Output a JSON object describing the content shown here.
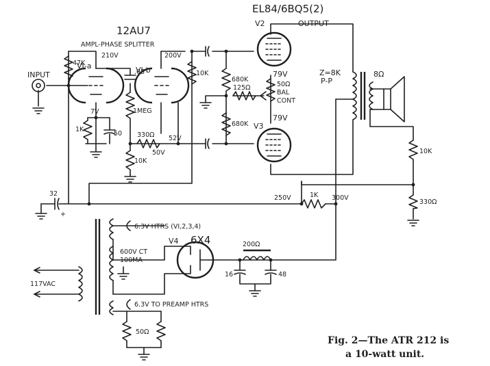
{
  "labels": {
    "output_tubes": "EL84/6BQ5(2)",
    "v2": "V2",
    "output": "OUTPUT",
    "v3": "V3",
    "tube_12au7": "12AU7",
    "splitter": "AMPL-PHASE SPLITTER",
    "input": "INPUT",
    "v1a": "VI-a",
    "v1b": "VI-b",
    "r47k": "47K",
    "v210": "210V",
    "v200": "200V",
    "c05": ".05",
    "r10k_plate": "10K",
    "r680k_top": "680K",
    "r680k_bot": "680K",
    "v79_top": "79V",
    "v79_bot": "79V",
    "r50": "50Ω",
    "bal": "BAL",
    "cont": "CONT",
    "r125": "125Ω",
    "r1meg": "1MEG",
    "v7": "7V",
    "r1k_cath": "1K",
    "c50": "50",
    "r330_pos": "330Ω",
    "v52": "52V",
    "v50": "50V",
    "r10k_grid": "10K",
    "z8k": "Z=8K",
    "pp": "P-P",
    "spk8": "8Ω",
    "r10k_fb": "10K",
    "r330_fb": "330Ω",
    "c32": "32",
    "plus": "+",
    "v250": "250V",
    "r1k_dec": "1K",
    "v300": "300V",
    "htrs": "6.3V HTRS (VI,2,3,4)",
    "hv1": "600V CT",
    "hv2": "100MA",
    "v4": "V4",
    "rect": "6X4",
    "r200": "200Ω",
    "c16": "16",
    "c48": "48",
    "ac": "117VAC",
    "preamp": "6.3V TO PREAMP HTRS",
    "r50_hum": "50Ω"
  },
  "caption": {
    "line1": "Fig. 2—The ATR 212 is",
    "line2": "a 10-watt unit."
  }
}
